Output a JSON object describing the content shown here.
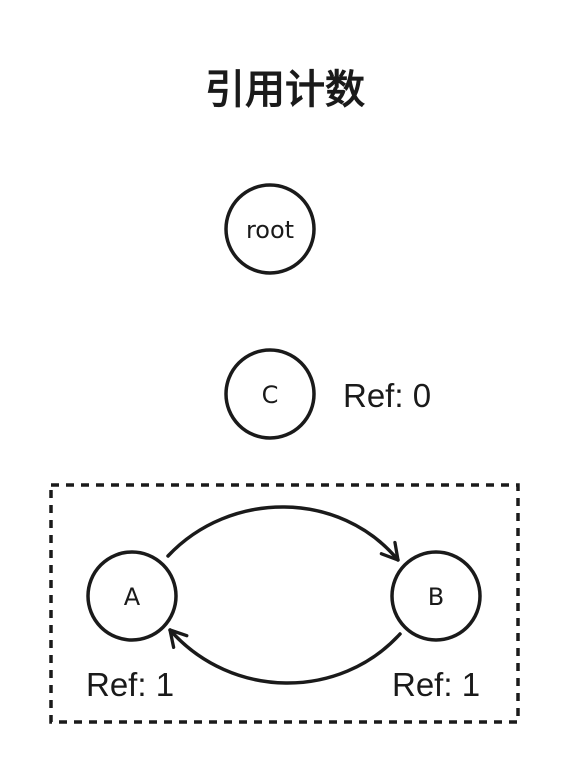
{
  "title": "引用计数",
  "nodes": {
    "root": {
      "label": "root"
    },
    "c": {
      "label": "C",
      "ref": "Ref: 0"
    },
    "a": {
      "label": "A",
      "ref": "Ref: 1"
    },
    "b": {
      "label": "B",
      "ref": "Ref: 1"
    }
  },
  "colors": {
    "stroke": "#1a1a1a",
    "background": "#ffffff"
  }
}
